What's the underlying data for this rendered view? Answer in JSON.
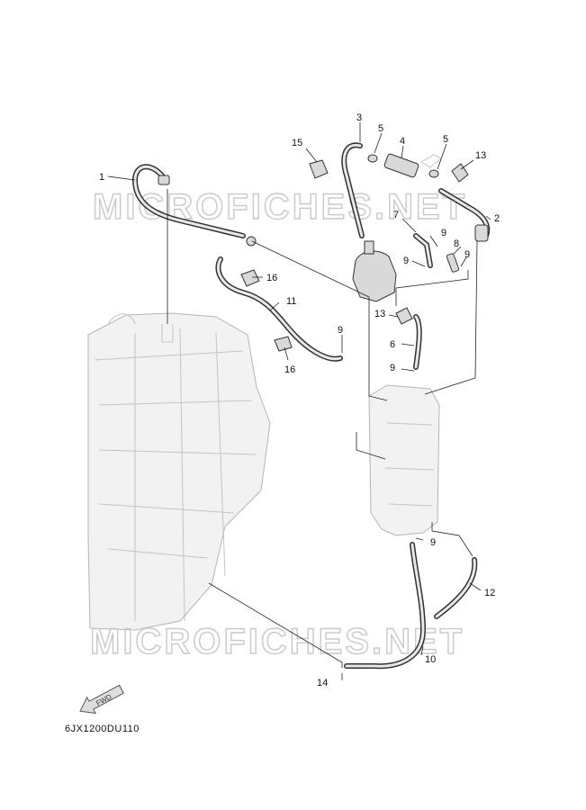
{
  "diagram": {
    "watermark_text": "MICROFICHES.NET",
    "part_code": "6JX1200DU110",
    "fwd_label": "FWD",
    "callouts": [
      "1",
      "2",
      "3",
      "4",
      "5",
      "5",
      "6",
      "7",
      "8",
      "9",
      "9",
      "9",
      "9",
      "9",
      "9",
      "10",
      "11",
      "12",
      "13",
      "13",
      "14",
      "15",
      "16",
      "16"
    ]
  }
}
